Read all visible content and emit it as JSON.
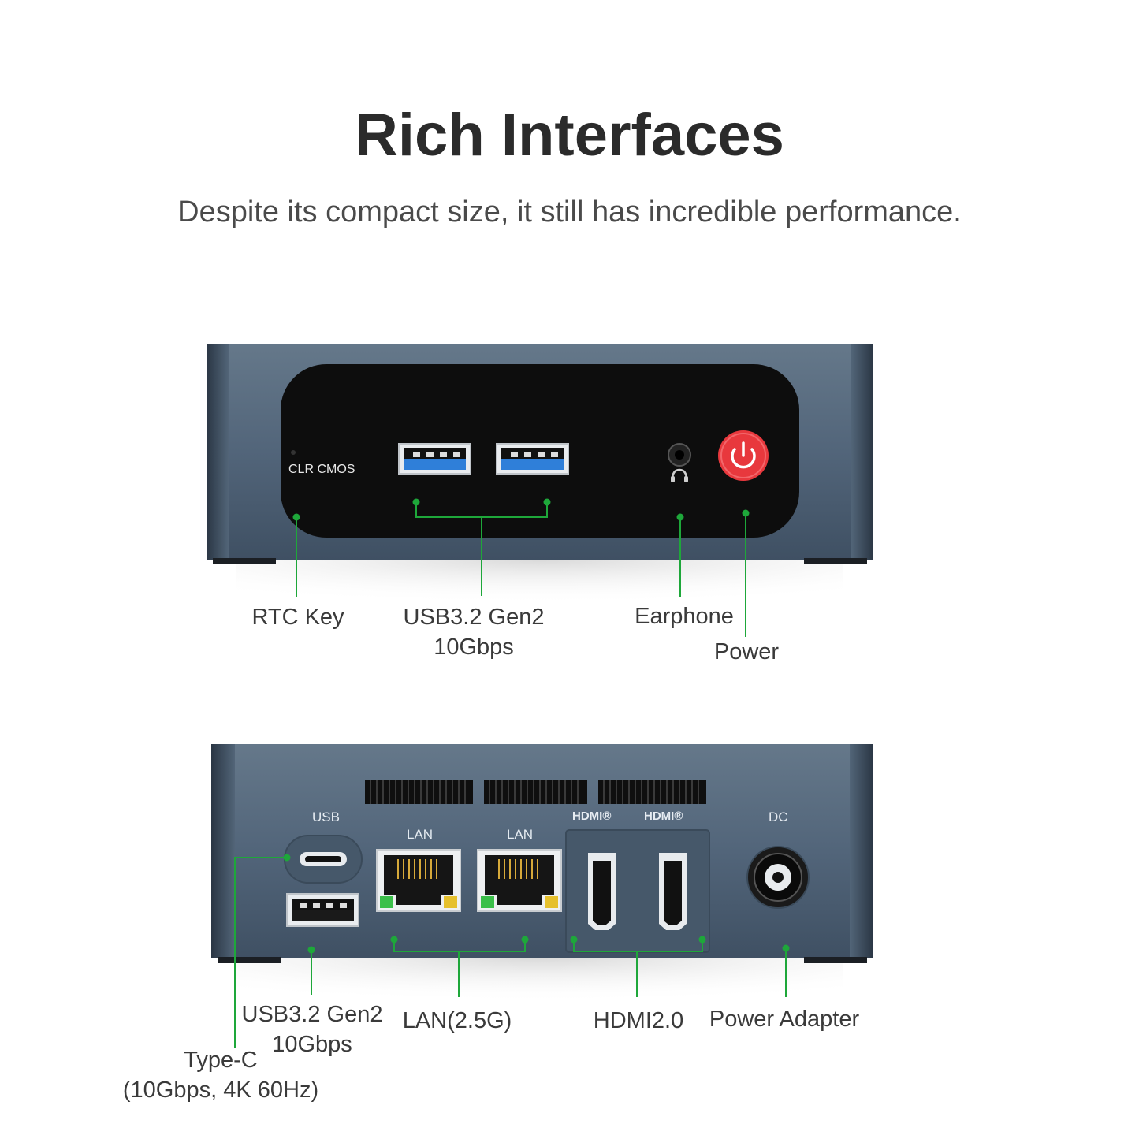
{
  "header": {
    "title": "Rich Interfaces",
    "subtitle": "Despite its compact size, it still has incredible performance."
  },
  "front_panel": {
    "clr_cmos": "CLR  CMOS",
    "labels": {
      "rtc_key": "RTC Key",
      "usb_front_line1": "USB3.2 Gen2",
      "usb_front_line2": "10Gbps",
      "earphone": "Earphone",
      "power": "Power"
    }
  },
  "rear_panel": {
    "printed": {
      "usb": "USB",
      "lan1": "LAN",
      "lan2": "LAN",
      "hdmi1": "HDMI®",
      "hdmi2": "HDMI®",
      "dc": "DC"
    },
    "labels": {
      "usb_rear_line1": "USB3.2 Gen2",
      "usb_rear_line2": "10Gbps",
      "lan": "LAN(2.5G)",
      "hdmi": "HDMI2.0",
      "power_adapter": "Power Adapter",
      "typec_line1": "Type-C",
      "typec_line2": "(10Gbps, 4K 60Hz)"
    }
  },
  "colors": {
    "case": "#4e6072",
    "panel": "#0d0d0d",
    "callout": "#1ea73a",
    "power_button": "#e8383d",
    "usb_blue": "#2f7fd9"
  }
}
